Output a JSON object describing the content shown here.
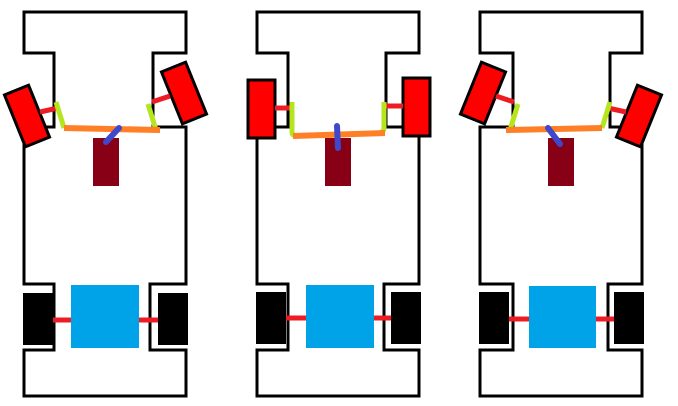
{
  "diagram": {
    "description_visible_text": [],
    "colors": {
      "background": "#ffffff",
      "chassis_outline": "#000000",
      "front_wheel": "#ff0000",
      "rear_wheel": "#000000",
      "tie_rod": "#ff7f27",
      "steering_arm": "#b5e61d",
      "axle_link": "#ed1c24",
      "pinion": "#3f48cc",
      "steering_box": "#880015",
      "motor": "#00a2e8"
    },
    "panels": [
      {
        "id": "left-turn",
        "front_wheel_steer": "left"
      },
      {
        "id": "straight",
        "front_wheel_steer": "straight"
      },
      {
        "id": "right-turn",
        "front_wheel_steer": "right"
      }
    ]
  }
}
